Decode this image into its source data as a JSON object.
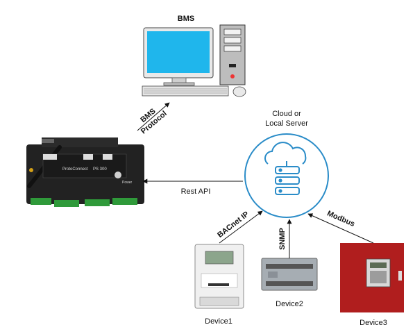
{
  "nodes": {
    "bms": {
      "title": "BMS"
    },
    "cloud": {
      "line1": "Cloud or",
      "line2": "Local  Server"
    },
    "gateway": {
      "brand": "ProtoConnect",
      "model": "PS 300",
      "power": "Power"
    },
    "device1": {
      "label": "Device1"
    },
    "device2": {
      "label": "Device2"
    },
    "device3": {
      "label": "Device3"
    }
  },
  "edges": {
    "bms_protocol": {
      "line1": "BMS",
      "line2": "Protocol"
    },
    "rest_api": {
      "label": "Rest API"
    },
    "bacnet_ip": {
      "label": "BACnet IP"
    },
    "snmp": {
      "label": "SNMP"
    },
    "modbus": {
      "label": "Modbus"
    }
  },
  "colors": {
    "cloud_ring": "#2a8cc8",
    "monitor_screen": "#1fb6ec",
    "gateway_body": "#222222",
    "terminal_green": "#2f9a3a",
    "panel_red": "#b01e1e"
  }
}
